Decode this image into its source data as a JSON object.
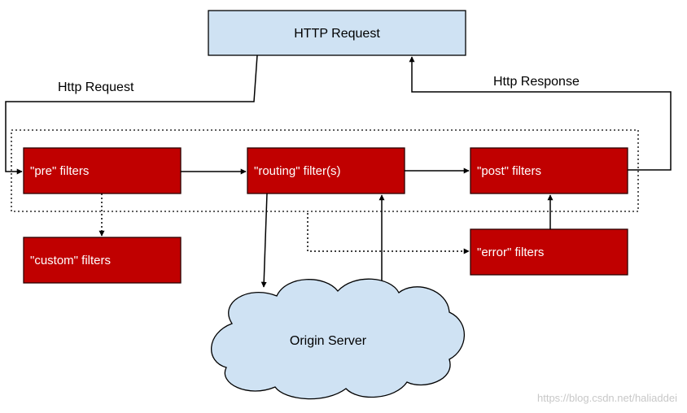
{
  "colors": {
    "filter_fill": "#c00000",
    "filter_border": "#2b0000",
    "request_fill": "#cfe2f3",
    "cloud_fill": "#cfe2f3",
    "line": "#000000",
    "watermark": "#c8c8c8"
  },
  "nodes": {
    "http_request": "HTTP Request",
    "pre": "\"pre\" filters",
    "routing": "\"routing\" filter(s)",
    "post": "\"post\" filters",
    "custom": "\"custom\" filters",
    "error": "\"error\" filters",
    "origin": "Origin Server"
  },
  "edge_labels": {
    "request": "Http Request",
    "response": "Http Response"
  },
  "watermark": "https://blog.csdn.net/haliaddei"
}
